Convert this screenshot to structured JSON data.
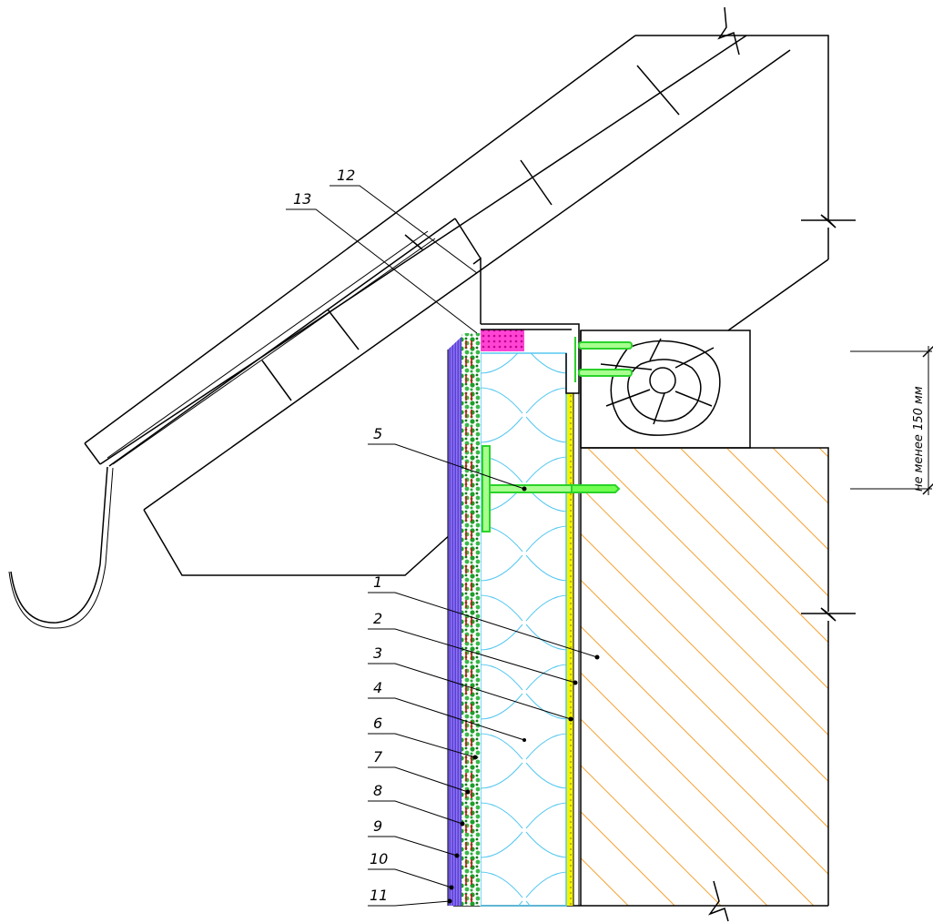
{
  "callouts": [
    "1",
    "2",
    "3",
    "4",
    "5",
    "6",
    "7",
    "8",
    "9",
    "10",
    "11",
    "12",
    "13"
  ],
  "dimension_label": "не менее 150 мм",
  "colors": {
    "line": "#000000",
    "insulation": "#55c8f0",
    "adhesive": "#1e9e2a",
    "mesh_marks": "#cc1111",
    "render": "#6a4be0",
    "primer": "#e8e800",
    "dowel": "#44ff22",
    "seal": "#ff33cc",
    "masonry_hatch": "#f5a030"
  }
}
